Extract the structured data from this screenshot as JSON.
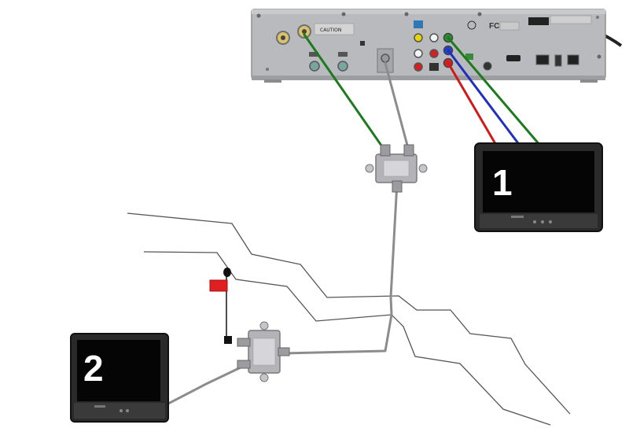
{
  "receiver": {
    "caution_label": "CAUTION",
    "brand_mark": "FC"
  },
  "tvs": [
    {
      "number": "1"
    },
    {
      "number": "2"
    }
  ],
  "colors": {
    "background": "#ffffff",
    "receiver_body": "#b9babd",
    "coax_cable": "#8c8c8c",
    "component_green": "#1e7a1e",
    "component_blue": "#1f2fbf",
    "component_red": "#d01a1a",
    "splitter": "#b4b4b8",
    "tv_bezel": "#2a2a2a",
    "tv_screen": "#050505",
    "wall_line": "#555555",
    "filter_red": "#e02020"
  },
  "icons": [
    "coax-splitter-icon",
    "power-cord-icon",
    "rca-jack-icon",
    "ethernet-port-icon",
    "usb-port-icon",
    "phone-port-icon",
    "hdmi-port-icon",
    "ground-block-icon",
    "filter-icon"
  ]
}
